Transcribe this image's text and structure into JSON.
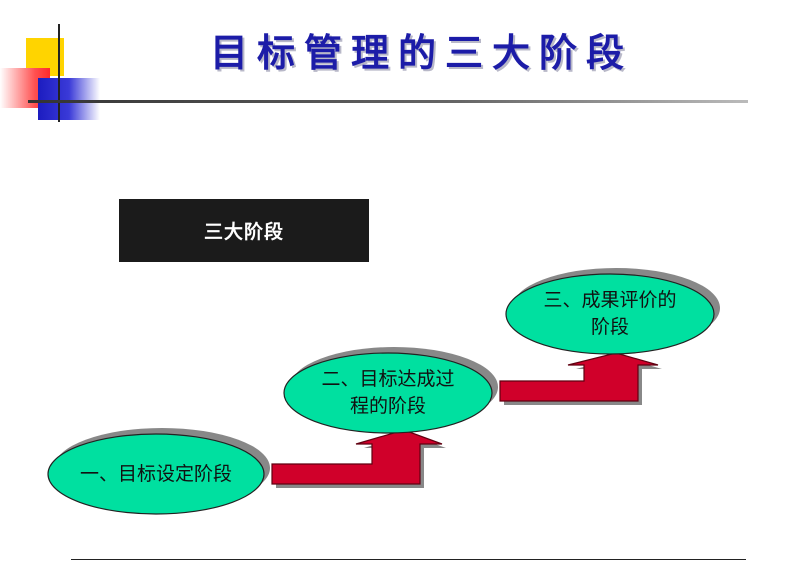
{
  "title": "目标管理的三大阶段",
  "header_label": "三大阶段",
  "stages": [
    {
      "text": "一、目标设定阶段"
    },
    {
      "text": "二、目标达成过\n程的阶段"
    },
    {
      "text": "三、成果评价的\n阶段"
    }
  ],
  "colors": {
    "title": "#1c1ca8",
    "label_bg": "#1b1b1b",
    "ellipse_fill": "#00e0a0",
    "arrow_fill": "#d0002a",
    "shadow": "#888888",
    "deco_yellow": "#ffd400",
    "deco_red": "#ff3030",
    "deco_blue": "#2828c8"
  },
  "icons": [
    "step-arrow-icon"
  ]
}
